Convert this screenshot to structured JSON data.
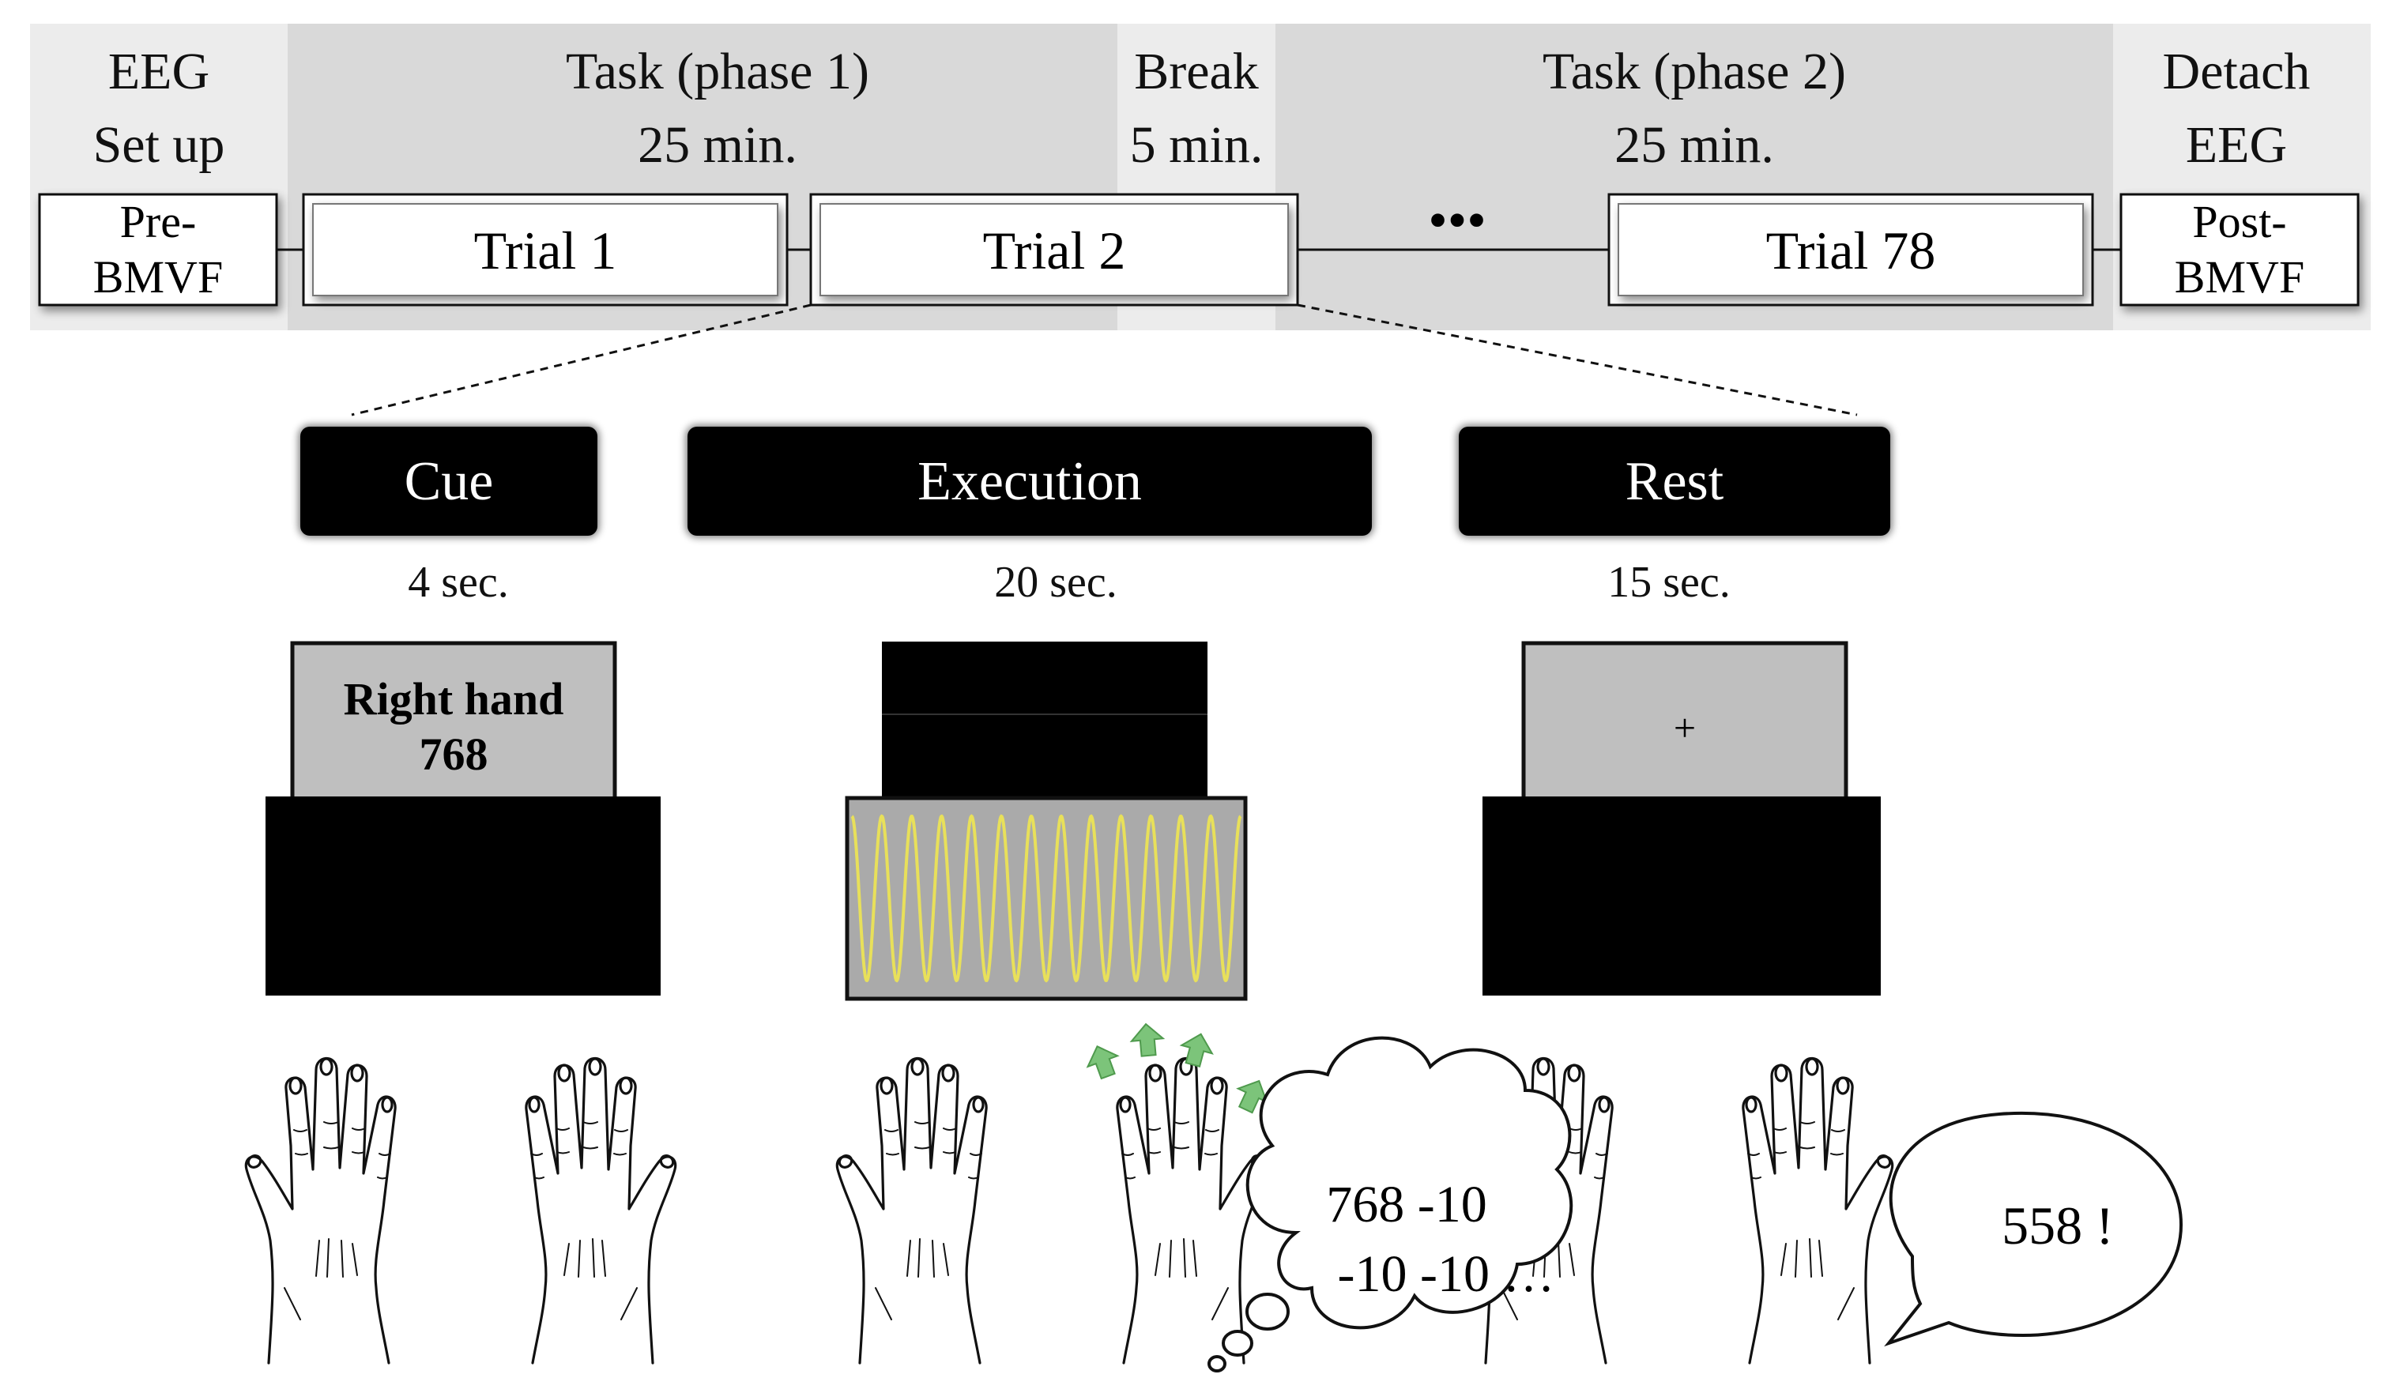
{
  "timeline": {
    "segments": [
      {
        "id": "setup",
        "line1": "EEG",
        "line2": "Set up"
      },
      {
        "id": "phase1",
        "line1": "Task (phase 1)",
        "line2": "25 min."
      },
      {
        "id": "break",
        "line1": "Break",
        "line2": "5 min."
      },
      {
        "id": "phase2",
        "line1": "Task (phase 2)",
        "line2": "25 min."
      },
      {
        "id": "detach",
        "line1": "Detach",
        "line2": "EEG"
      }
    ],
    "pre": {
      "line1": "Pre-",
      "line2": "BMVF"
    },
    "post": {
      "line1": "Post-",
      "line2": "BMVF"
    },
    "trials": [
      "Trial 1",
      "Trial 2",
      "Trial 78"
    ],
    "ellipsis": "•••"
  },
  "stages": [
    {
      "label": "Cue",
      "duration": "4 sec."
    },
    {
      "label": "Execution",
      "duration": "20 sec."
    },
    {
      "label": "Rest",
      "duration": "15 sec."
    }
  ],
  "screens": {
    "cue_line1": "Right hand",
    "cue_line2": "768",
    "rest_fixation": "+"
  },
  "bubbles": {
    "thought_line1": "768 -10",
    "thought_line2": "-10 -10 …",
    "speech": "558 !"
  },
  "colors": {
    "band": "#d9d9d9",
    "band_light": "#ececec",
    "screen_gray": "#bfbfbf",
    "sine": "#e8e05a",
    "arrow_green": "#7cc47a"
  },
  "icons": [
    "hand-icon",
    "finger-tap-arrow-icon",
    "thought-bubble-icon",
    "speech-bubble-icon"
  ]
}
